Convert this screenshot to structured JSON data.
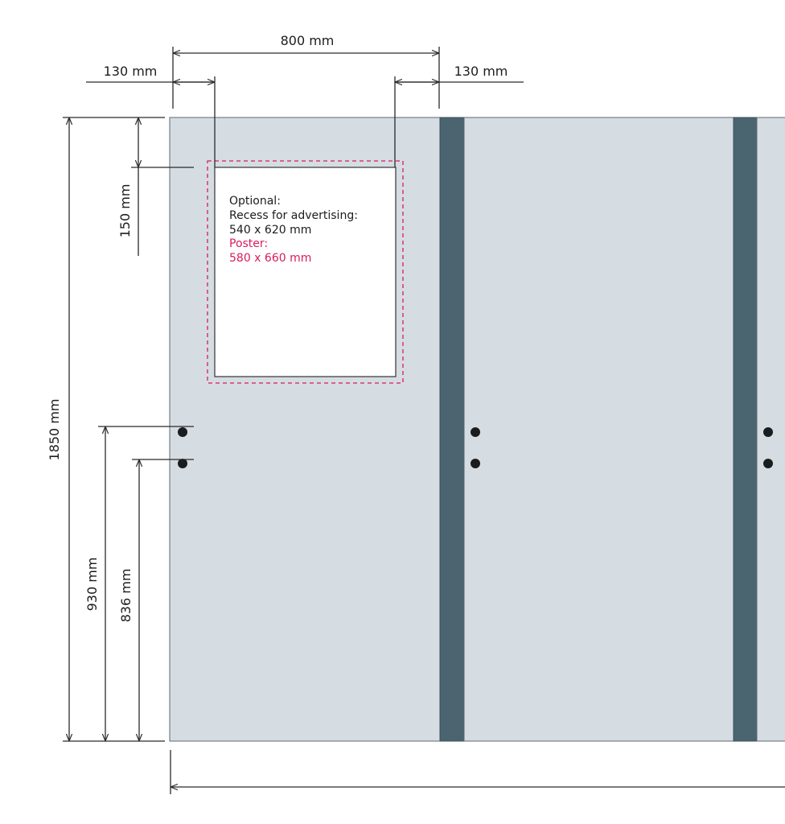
{
  "dimensions": {
    "width_800": "800 mm",
    "left_margin": "130 mm",
    "right_margin": "130 mm",
    "top_offset": "150 mm",
    "total_height": "1850 mm",
    "handle_height_930": "930 mm",
    "handle_height_836": "836 mm"
  },
  "recess_note": {
    "line1": "Optional:",
    "line2": "Recess for advertising:",
    "line3": "540 x 620 mm",
    "line4": "Poster:",
    "line5": "580 x 660 mm"
  },
  "colors": {
    "panel": "#d5dde3",
    "post": "#4a6470",
    "poster_accent": "#d81b60"
  }
}
